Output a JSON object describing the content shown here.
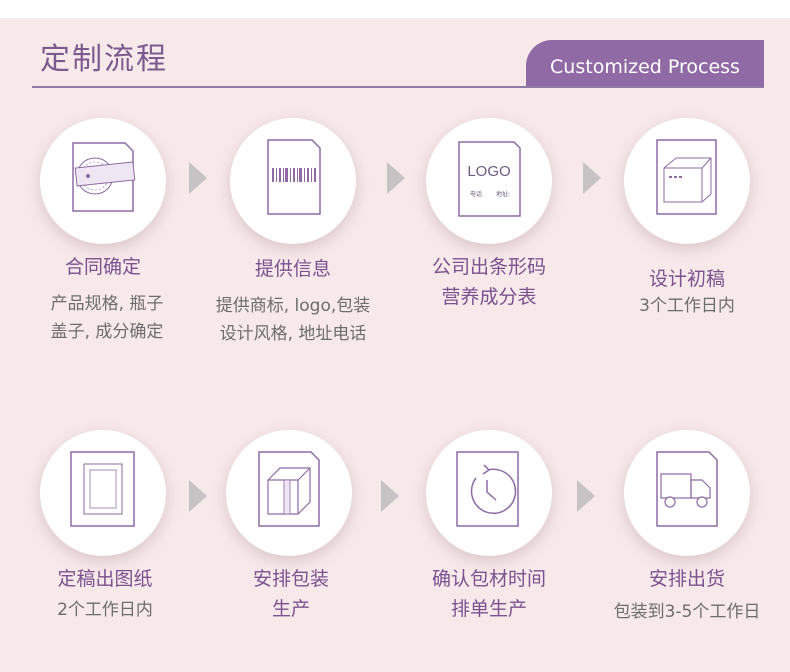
{
  "header": {
    "title": "定制流程",
    "badge": "Customized Process"
  },
  "steps": [
    {
      "title": "合同确定",
      "desc": "产品规格, 瓶子\n盖子, 成分确定",
      "icon": "contract-stamp-icon"
    },
    {
      "title": "提供信息",
      "desc": "提供商标, logo,包装\n设计风格, 地址电话",
      "icon": "barcode-document-icon"
    },
    {
      "title": "公司出条形码\n营养成分表",
      "desc": "",
      "icon": "logo-card-icon"
    },
    {
      "title": "设计初稿",
      "desc": "3个工作日内",
      "icon": "box-sketch-icon"
    },
    {
      "title": "定稿出图纸",
      "desc": "2个工作日内",
      "icon": "drawing-icon"
    },
    {
      "title": "安排包装\n生产",
      "desc": "",
      "icon": "package-box-icon"
    },
    {
      "title": "确认包材时间\n排单生产",
      "desc": "",
      "icon": "clock-icon"
    },
    {
      "title": "安排出货",
      "desc": "包装到3-5个工作日",
      "icon": "delivery-truck-icon"
    }
  ],
  "card_logo_text": "LOGO",
  "card_phone_text": "电话",
  "card_address_text": "地址:",
  "colors": {
    "accent": "#8f6aa5",
    "title_text": "#7a5290",
    "background": "#f7e8ea",
    "arrow": "#c7c2c4"
  }
}
